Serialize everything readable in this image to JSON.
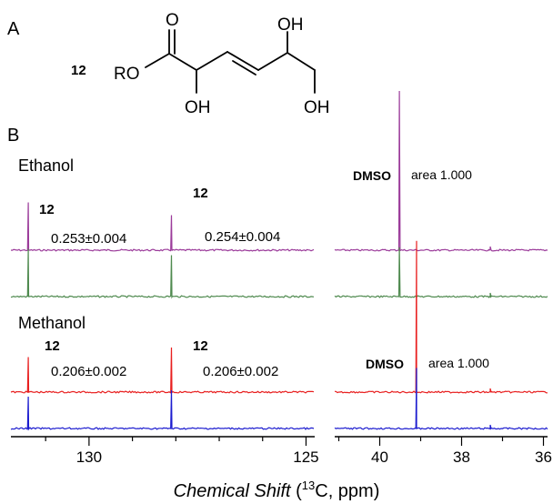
{
  "panels": {
    "a": "A",
    "b": "B"
  },
  "molecule": {
    "compound_number": "12",
    "groups": {
      "ester": "RO",
      "carbonyl_oxygen": "O",
      "hydroxyl_c2": "OH",
      "hydroxyl_c5": "OH",
      "hydroxyl_c6": "OH"
    }
  },
  "chart_data": {
    "type": "line",
    "xlabel_italic": "Chemical Shift",
    "xlabel_rest": " (",
    "xlabel_isotope": "13",
    "xlabel_unit": "C, ppm)",
    "x_axis_reversed": true,
    "left_axis": {
      "xlim": [
        131.8,
        124.8
      ],
      "major_ticks": [
        130,
        125
      ],
      "tick_labels": [
        "130",
        "125"
      ],
      "minor_step": 1
    },
    "right_axis": {
      "xlim": [
        41.1,
        35.9
      ],
      "major_ticks": [
        40,
        38,
        36
      ],
      "tick_labels": [
        "40",
        "38",
        "36"
      ],
      "minor_step": 1
    },
    "peaks_left": [
      128.1,
      131.4
    ],
    "peak_dmso_ethanol": 39.52,
    "peak_dmso_methanol": 39.1,
    "small_peak_right": 37.3,
    "groups": [
      {
        "solvent": "Ethanol",
        "series": [
          {
            "color": "#9b3b9a",
            "left_heights": [
              0.55,
              0.75
            ],
            "dmso_height": 1.0,
            "dmso_peak": 39.52
          },
          {
            "color": "#4f8a4f",
            "left_heights": [
              0.65,
              0.75
            ],
            "dmso_height": 0.45,
            "dmso_peak": 39.52
          }
        ],
        "peak_labels": [
          "12",
          "12"
        ],
        "ratios": [
          "0.253±0.004",
          "0.254±0.004"
        ],
        "dmso_label": "DMSO",
        "dmso_area": "area 1.000"
      },
      {
        "solvent": "Methanol",
        "series": [
          {
            "color": "#e81f1f",
            "left_heights": [
              0.7,
              0.55
            ],
            "dmso_height": 1.0,
            "dmso_peak": 39.1
          },
          {
            "color": "#1c1ccf",
            "left_heights": [
              0.6,
              0.5
            ],
            "dmso_height": 0.75,
            "dmso_peak": 39.1
          }
        ],
        "peak_labels": [
          "12",
          "12"
        ],
        "ratios": [
          "0.206±0.002",
          "0.206±0.002"
        ],
        "dmso_label": "DMSO",
        "dmso_area": "area 1.000"
      }
    ]
  }
}
